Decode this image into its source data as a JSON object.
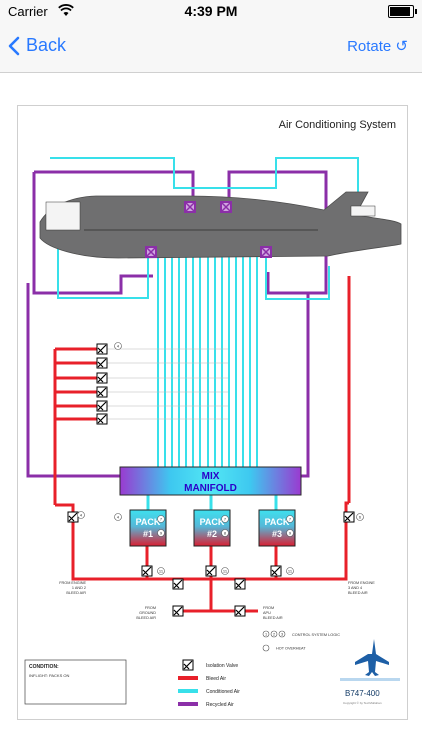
{
  "status": {
    "carrier": "Carrier",
    "time": "4:39 PM",
    "battery_level": 1.0
  },
  "nav": {
    "back_label": "Back",
    "rotate_label": "Rotate ↺"
  },
  "diagram": {
    "title": "Air Conditioning System",
    "manifold": [
      "MIX",
      "MANIFOLD"
    ],
    "packs": [
      {
        "line1": "PACK",
        "line2": "#1"
      },
      {
        "line1": "PACK",
        "line2": "#2"
      },
      {
        "line1": "PACK",
        "line2": "#3"
      }
    ],
    "source_labels": [
      [
        "FROM ENGINE",
        "1 AND 2",
        "BLEED AIR"
      ],
      [
        "FROM ENGINE",
        "3 AND 4",
        "BLEED AIR"
      ],
      [
        "FROM",
        "GROUND",
        "BLEED AIR"
      ],
      [
        "FROM",
        "APU",
        "BLEED AIR"
      ]
    ],
    "logic_note": "CONTROL SYSTEM LOGIC",
    "overheat_note": "HOT OVERHEAT",
    "condition": {
      "heading": "CONDITION:",
      "text": "INFLIGHT: PACKS ON"
    },
    "legend": [
      {
        "label": "Isolation Valve",
        "kind": "valve",
        "color": "#000000"
      },
      {
        "label": "Bleed Air",
        "kind": "line",
        "color": "#e8202a"
      },
      {
        "label": "Conditioned Air",
        "kind": "line",
        "color": "#38e0ea"
      },
      {
        "label": "Recycled Air",
        "kind": "line",
        "color": "#8b2fa8"
      }
    ],
    "model": "B747-400",
    "copyright": "Copyright © by Ted Mollohan",
    "colors": {
      "bleed": "#e8202a",
      "conditioned": "#38e0ea",
      "recycled": "#8b2fa8",
      "fuselage": "#6f6f70",
      "manifold": "#2b00c9"
    }
  }
}
